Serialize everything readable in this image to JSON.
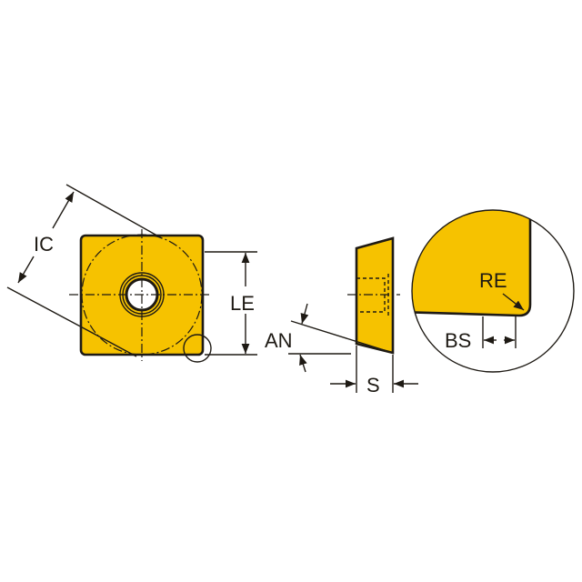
{
  "title": "Square cutting insert dimension drawing",
  "labels": {
    "ic": "IC",
    "le": "LE",
    "an": "AN",
    "s": "S",
    "re": "RE",
    "bs": "BS"
  },
  "colors": {
    "insert_fill": "#F6C200",
    "outline": "#1E1A14",
    "background": "#FFFFFF"
  }
}
